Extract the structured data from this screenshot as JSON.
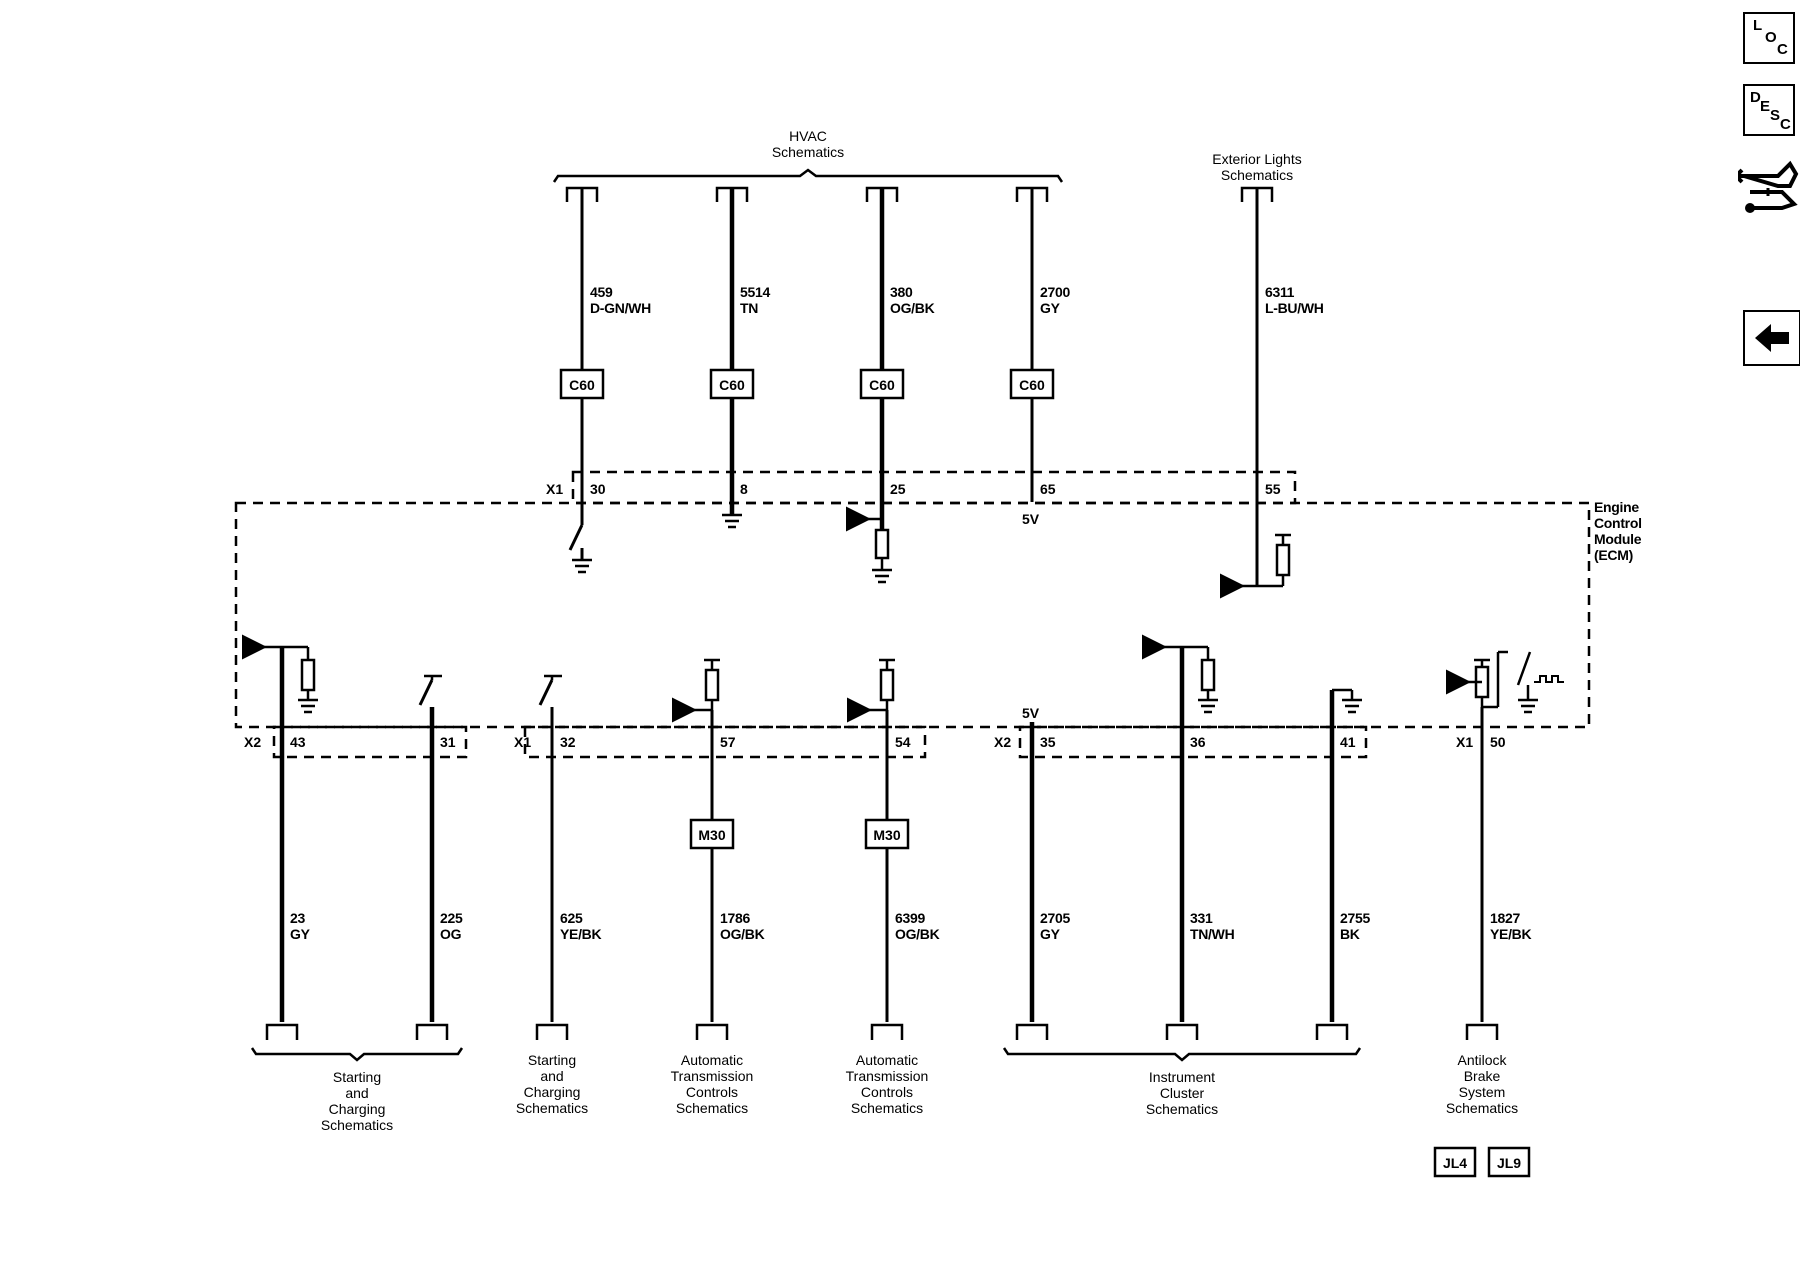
{
  "nav": {
    "loc": [
      "L",
      "O",
      "C"
    ],
    "desc": [
      "D",
      "E",
      "S",
      "C"
    ],
    "wiring_icon": "hand-wrench-icon",
    "back_icon": "back-arrow-icon"
  },
  "module": {
    "name_lines": [
      "Engine",
      "Control",
      "Module",
      "(ECM)"
    ]
  },
  "top": {
    "hvac_lines": [
      "HVAC",
      "Schematics"
    ],
    "ext_lines": [
      "Exterior Lights",
      "Schematics"
    ],
    "connector_x1": "X1",
    "wires": [
      {
        "circuit": "459",
        "color": "D-GN/WH",
        "inline": "C60",
        "pin": "30"
      },
      {
        "circuit": "5514",
        "color": "TN",
        "inline": "C60",
        "pin": "8"
      },
      {
        "circuit": "380",
        "color": "OG/BK",
        "inline": "C60",
        "pin": "25"
      },
      {
        "circuit": "2700",
        "color": "GY",
        "inline": "C60",
        "pin": "65",
        "voltage": "5V"
      },
      {
        "circuit": "6311",
        "color": "L-BU/WH",
        "pin": "55"
      }
    ]
  },
  "bottom": {
    "wires": [
      {
        "connector": "X2",
        "pin": "43",
        "circuit": "23",
        "color": "GY"
      },
      {
        "pin": "31",
        "circuit": "225",
        "color": "OG"
      },
      {
        "connector": "X1",
        "pin": "32",
        "circuit": "625",
        "color": "YE/BK"
      },
      {
        "pin": "57",
        "circuit": "1786",
        "color": "OG/BK",
        "inline": "M30"
      },
      {
        "pin": "54",
        "circuit": "6399",
        "color": "OG/BK",
        "inline": "M30"
      },
      {
        "connector": "X2",
        "pin": "35",
        "circuit": "2705",
        "color": "GY",
        "voltage": "5V"
      },
      {
        "pin": "36",
        "circuit": "331",
        "color": "TN/WH"
      },
      {
        "pin": "41",
        "circuit": "2755",
        "color": "BK"
      },
      {
        "connector": "X1",
        "pin": "50",
        "circuit": "1827",
        "color": "YE/BK"
      }
    ],
    "destinations": [
      [
        "Starting",
        "and",
        "Charging",
        "Schematics"
      ],
      [
        "Starting",
        "and",
        "Charging",
        "Schematics"
      ],
      [
        "Automatic",
        "Transmission",
        "Controls",
        "Schematics"
      ],
      [
        "Automatic",
        "Transmission",
        "Controls",
        "Schematics"
      ],
      [
        "Instrument",
        "Cluster",
        "Schematics"
      ],
      [
        "Antilock",
        "Brake",
        "System",
        "Schematics"
      ]
    ]
  },
  "options": [
    "JL4",
    "JL9"
  ]
}
